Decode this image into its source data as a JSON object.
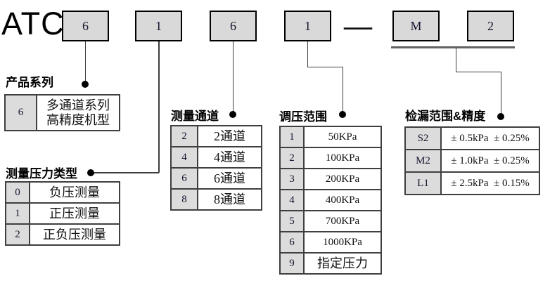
{
  "brand": "ATC",
  "code": {
    "series": "6",
    "pressure_type": "1",
    "channels": "6",
    "range": "1",
    "separator": "—",
    "leak_grade": "M",
    "leak_digit": "2"
  },
  "sections": {
    "series": {
      "title": "产品系列",
      "rows": [
        {
          "code": "6",
          "desc": "多通道系列\n高精度机型"
        }
      ]
    },
    "pressure_type": {
      "title": "测量压力类型",
      "rows": [
        {
          "code": "0",
          "desc": "负压测量"
        },
        {
          "code": "1",
          "desc": "正压测量"
        },
        {
          "code": "2",
          "desc": "正负压测量"
        }
      ]
    },
    "channels": {
      "title": "测量通道",
      "rows": [
        {
          "code": "2",
          "desc": "2通道"
        },
        {
          "code": "4",
          "desc": "4通道"
        },
        {
          "code": "6",
          "desc": "6通道"
        },
        {
          "code": "8",
          "desc": "8通道"
        }
      ]
    },
    "range": {
      "title": "调压范围",
      "rows": [
        {
          "code": "1",
          "desc": "50KPa"
        },
        {
          "code": "2",
          "desc": "100KPa"
        },
        {
          "code": "3",
          "desc": "200KPa"
        },
        {
          "code": "4",
          "desc": "400KPa"
        },
        {
          "code": "5",
          "desc": "700KPa"
        },
        {
          "code": "6",
          "desc": "1000KPa"
        },
        {
          "code": "9",
          "desc": "指定压力"
        }
      ]
    },
    "leak": {
      "title": "检漏范围&精度",
      "rows": [
        {
          "code": "S2",
          "desc": "± 0.5kPa  ± 0.25%"
        },
        {
          "code": "M2",
          "desc": "± 1.0kPa  ± 0.25%"
        },
        {
          "code": "L1",
          "desc": "± 2.5kPa  ± 0.15%"
        }
      ]
    }
  },
  "colors": {
    "box_fill": "#d9d9d9",
    "code_column_fill": "#dcdcdc",
    "table_border": "#3f3f3f",
    "connector": "#3d3d3d",
    "text": "#000000"
  }
}
